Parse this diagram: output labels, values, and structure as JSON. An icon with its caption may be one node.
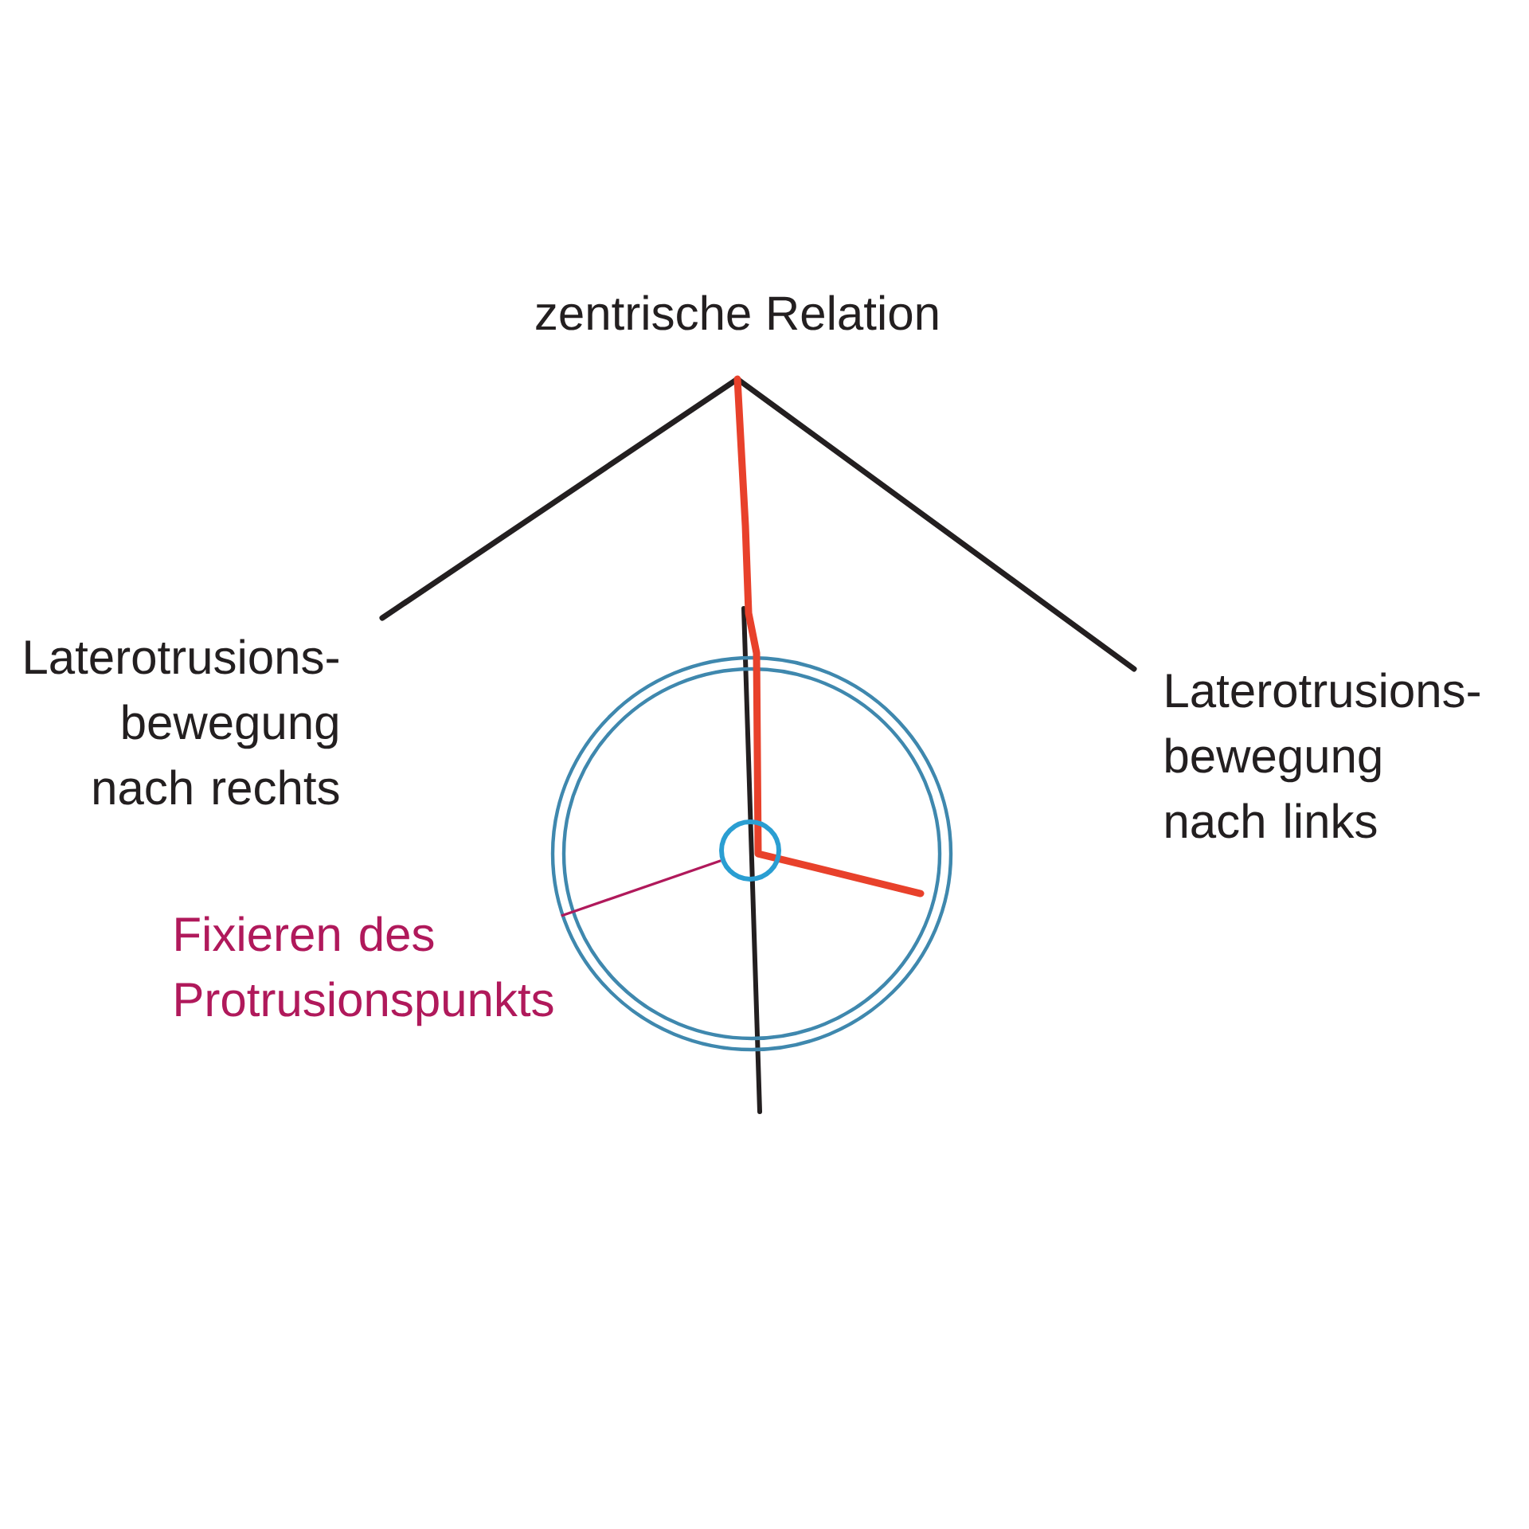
{
  "diagram": {
    "nodes": [
      {
        "text": [
          "Fixieren des Protrusionspunkts"
        ]
      },
      {
        "text": [],
        "shape": "circle"
      }
    ],
    "edges": [
      {
        "from": 0,
        "to": 1,
        "arrow": "none"
      }
    ],
    "labels": [
      "zentrische Relation",
      "Laterotrusions- bewegung nach rechts",
      "Laterotrusions- bewegung nach links"
    ]
  }
}
